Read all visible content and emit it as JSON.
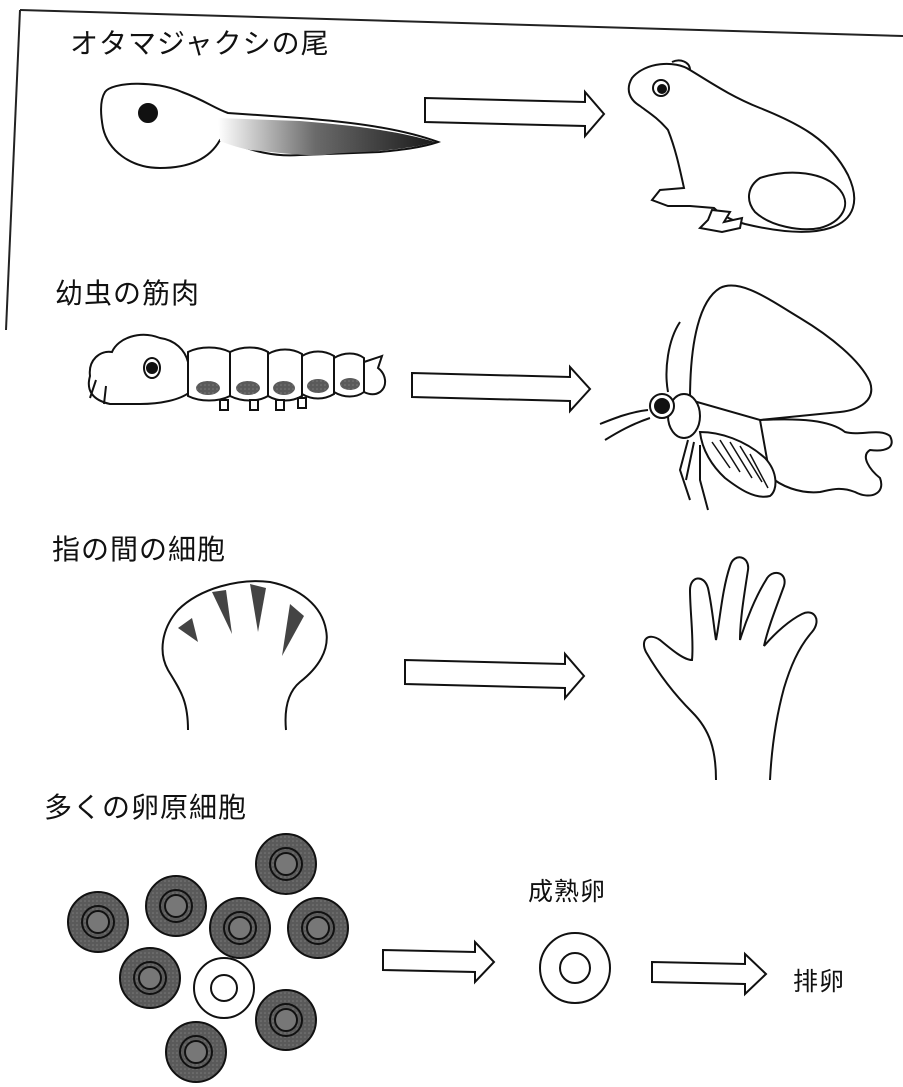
{
  "sections": [
    {
      "id": "tadpole",
      "label": "オタマジャクシの尾"
    },
    {
      "id": "larva",
      "label": "幼虫の筋肉"
    },
    {
      "id": "finger",
      "label": "指の間の細胞"
    },
    {
      "id": "oocyte",
      "label": "多くの卵原細胞"
    }
  ],
  "mature_egg_label": "成熟卵",
  "ovulation_label": "排卵",
  "colors": {
    "ink": "#111111",
    "shade": "#555555",
    "paper": "#ffffff"
  }
}
